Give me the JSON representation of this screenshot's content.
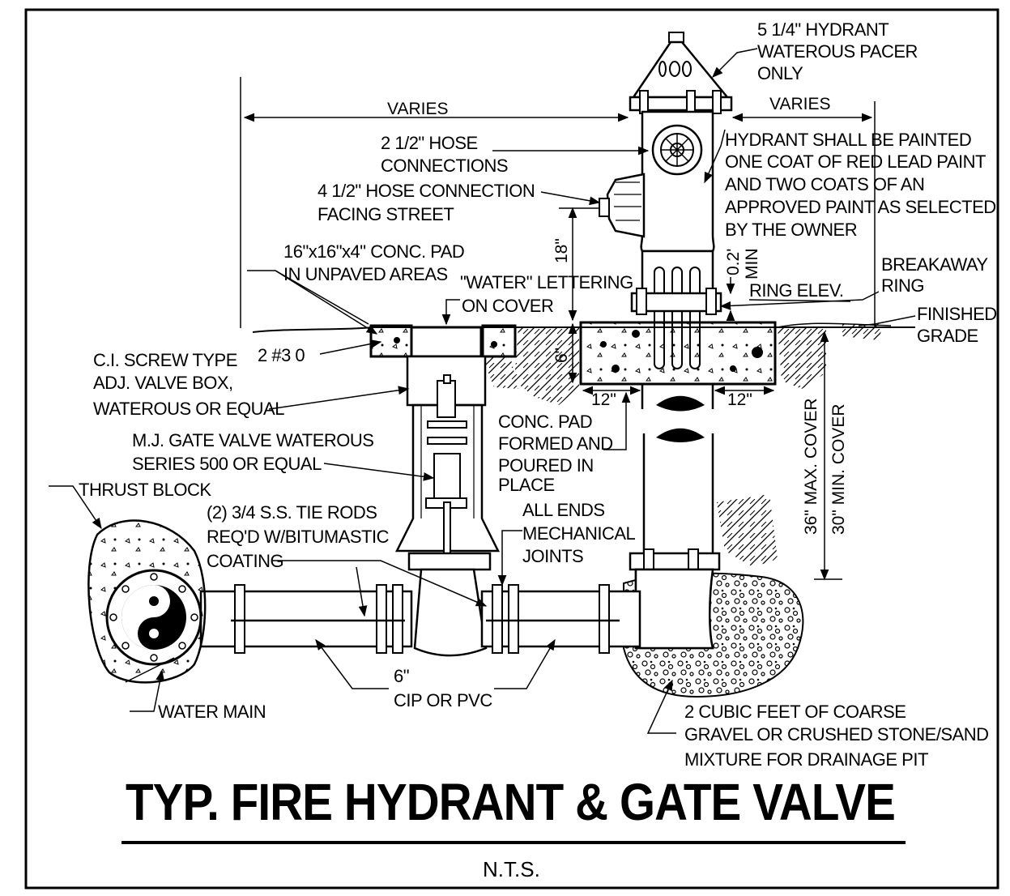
{
  "labels": {
    "hydrant_top": [
      "5 1/4\" HYDRANT",
      "WATEROUS PACER",
      "ONLY"
    ],
    "varies_left": "VARIES",
    "varies_right": "VARIES",
    "hose_25": [
      "2 1/2\" HOSE",
      "CONNECTIONS"
    ],
    "hose_45": [
      "4 1/2\" HOSE CONNECTION",
      "FACING STREET"
    ],
    "paint": [
      "HYDRANT SHALL BE PAINTED",
      "ONE COAT OF RED LEAD PAINT",
      "AND TWO COATS OF AN",
      "APPROVED PAINT AS SELECTED",
      "BY THE OWNER"
    ],
    "pad": [
      "16\"x16\"x4\" CONC. PAD",
      "IN UNPAVED AREAS"
    ],
    "water_letter": [
      "\"WATER\" LETTERING",
      "ON COVER"
    ],
    "breakaway": [
      "BREAKAWAY",
      "RING"
    ],
    "ring_elev": "RING ELEV.",
    "min_02": [
      "0.2'",
      "MIN"
    ],
    "dim_18": "18\"",
    "finished": [
      "FINISHED",
      "GRADE"
    ],
    "rebar": "2 #3 0",
    "dim_6": "6\"",
    "valve_box": [
      "C.I. SCREW TYPE",
      "ADJ. VALVE BOX,",
      "WATEROUS OR EQUAL"
    ],
    "dim_12_left": "12\"",
    "dim_12_right": "12\"",
    "conc_pad": [
      "CONC. PAD",
      "FORMED AND",
      "POURED IN",
      "PLACE"
    ],
    "max_cover": "36\" MAX. COVER",
    "min_cover": "30\" MIN. COVER",
    "gate_valve": [
      "M.J. GATE VALVE WATEROUS",
      "SERIES 500 OR EQUAL"
    ],
    "thrust": "THRUST BLOCK",
    "tie_rods": [
      "(2) 3/4 S.S. TIE RODS",
      "REQ'D W/BITUMASTIC",
      "COATING"
    ],
    "mech_joints": [
      "ALL ENDS",
      "MECHANICAL",
      "JOINTS"
    ],
    "pipe": [
      "6\"",
      "CIP OR PVC"
    ],
    "water_main": "WATER MAIN",
    "gravel": [
      "2 CUBIC FEET OF COARSE",
      "GRAVEL OR CRUSHED STONE/SAND",
      "MIXTURE FOR DRAINAGE PIT"
    ]
  },
  "title": "TYP. FIRE HYDRANT & GATE VALVE",
  "subtitle": "N.T.S."
}
